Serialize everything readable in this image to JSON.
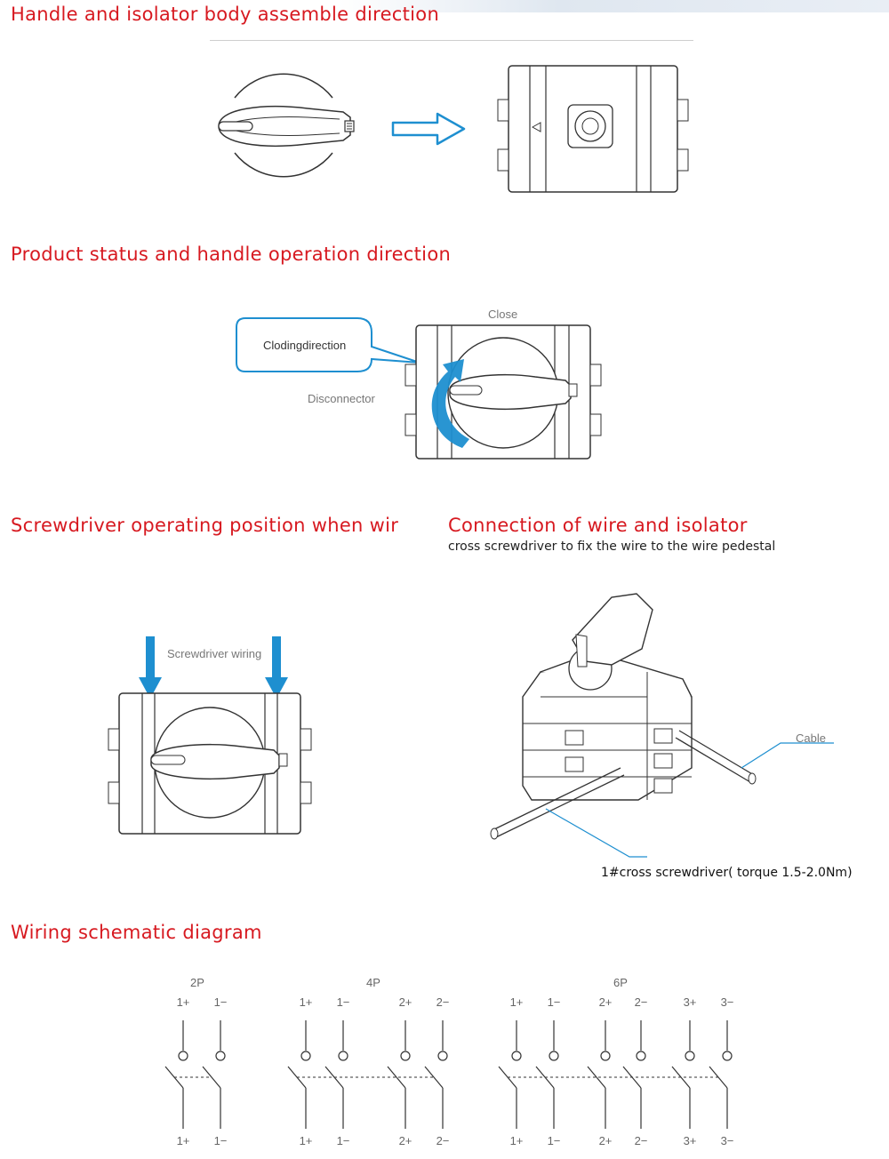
{
  "sections": {
    "assemble": {
      "title": "Handle and isolator body assemble direction"
    },
    "status": {
      "title": "Product status and handle operation direction",
      "close_label": "Close",
      "callout_text": "Clodingdirection",
      "disconnector_label": "Disconnector"
    },
    "screwdriver": {
      "title": "Screwdriver operating position when wir",
      "label": "Screwdriver wiring"
    },
    "connection": {
      "title": "Connection of wire and isolator",
      "subtitle": "cross screwdriver to fix the wire to the wire pedestal",
      "cable_label": "Cable",
      "torque_label": "1#cross screwdriver( torque 1.5-2.0Nm)"
    },
    "wiring": {
      "title": "Wiring schematic diagram",
      "groups": [
        {
          "name": "2P",
          "top": [
            "1+",
            "1−"
          ],
          "bottom": [
            "1+",
            "1−"
          ]
        },
        {
          "name": "4P",
          "top": [
            "1+",
            "1−",
            "2+",
            "2−"
          ],
          "bottom": [
            "1+",
            "1−",
            "2+",
            "2−"
          ]
        },
        {
          "name": "6P",
          "top": [
            "1+",
            "1−",
            "2+",
            "2−",
            "3+",
            "3−"
          ],
          "bottom": [
            "1+",
            "1−",
            "2+",
            "2−",
            "3+",
            "3−"
          ]
        }
      ]
    }
  },
  "colors": {
    "heading": "#d71920",
    "arrow_blue": "#1e8fd0",
    "line": "#333333"
  }
}
